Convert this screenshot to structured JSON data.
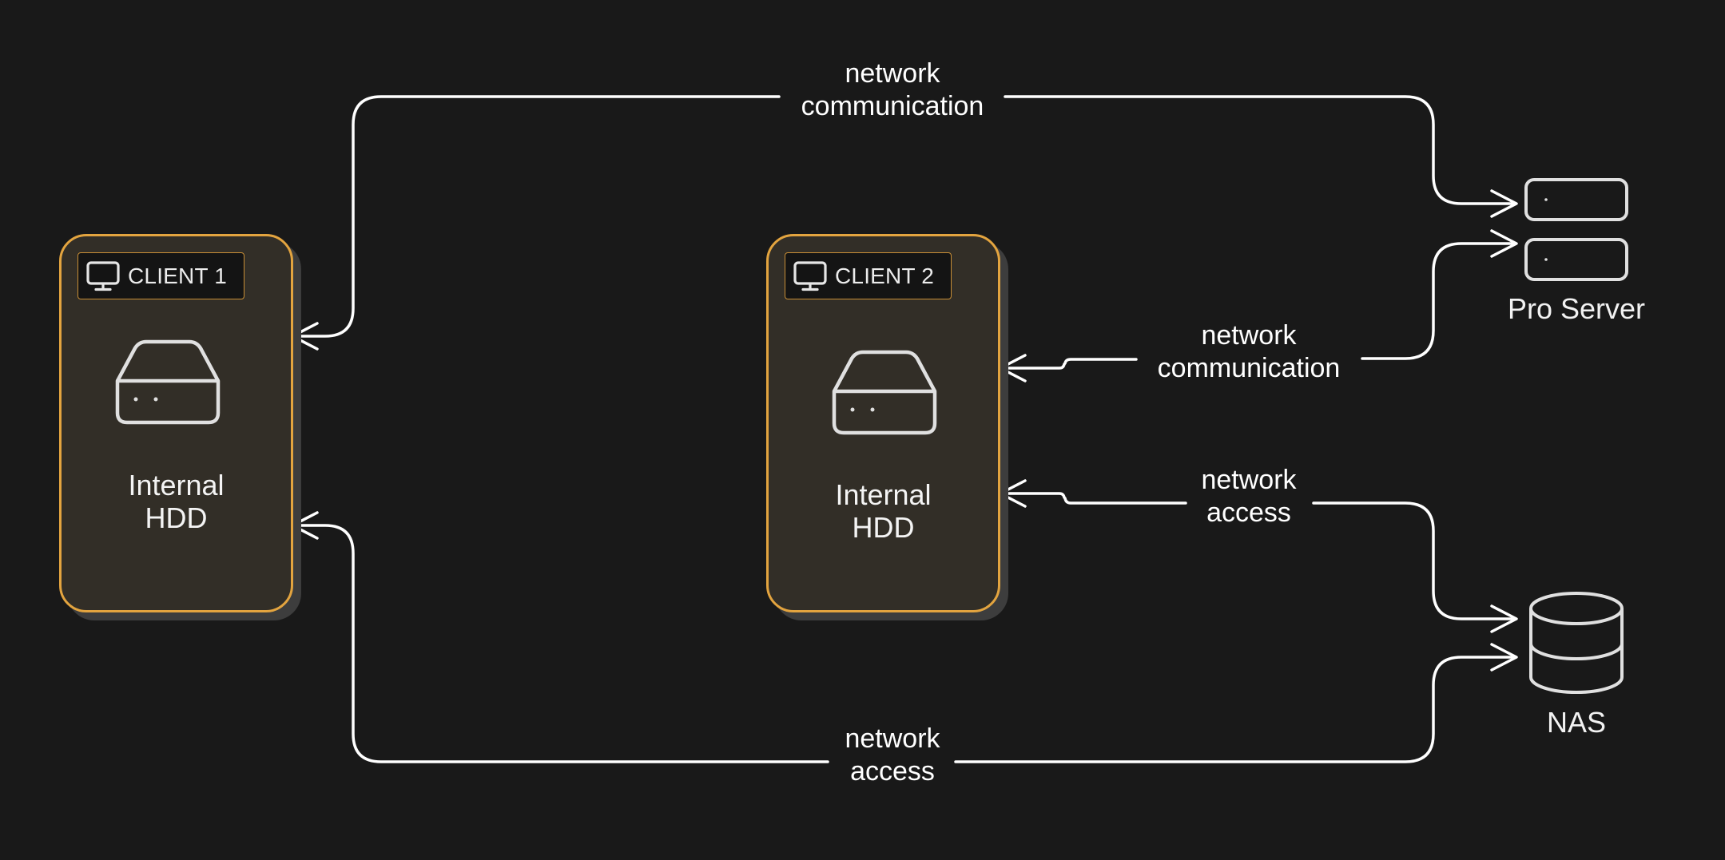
{
  "diagram": {
    "clients": [
      {
        "id": "client-1",
        "tag": "CLIENT 1",
        "tag_icon": "monitor-icon",
        "storage_icon": "hdd-icon",
        "storage_label_line1": "Internal",
        "storage_label_line2": "HDD"
      },
      {
        "id": "client-2",
        "tag": "CLIENT 2",
        "tag_icon": "monitor-icon",
        "storage_icon": "hdd-icon",
        "storage_label_line1": "Internal",
        "storage_label_line2": "HDD"
      }
    ],
    "nodes": {
      "pro_server": {
        "label": "Pro Server",
        "icon": "server-icon"
      },
      "nas": {
        "label": "NAS",
        "icon": "database-icon"
      }
    },
    "edges": [
      {
        "id": "c1-server",
        "from": "Pro Server",
        "to": "CLIENT 1",
        "label_line1": "network",
        "label_line2": "communication"
      },
      {
        "id": "c2-server",
        "from": "Pro Server",
        "to": "CLIENT 2",
        "label_line1": "network",
        "label_line2": "communication"
      },
      {
        "id": "c2-nas",
        "from": "NAS",
        "to": "CLIENT 2",
        "label_line1": "network",
        "label_line2": "access"
      },
      {
        "id": "c1-nas",
        "from": "NAS",
        "to": "CLIENT 1",
        "label_line1": "network",
        "label_line2": "access"
      }
    ],
    "colors": {
      "background": "#191919",
      "client_fill": "#322e27",
      "client_border": "#e3a43f",
      "shadow": "#3d3d3d",
      "edge": "#ffffff",
      "icon": "#e0e0e0"
    }
  }
}
